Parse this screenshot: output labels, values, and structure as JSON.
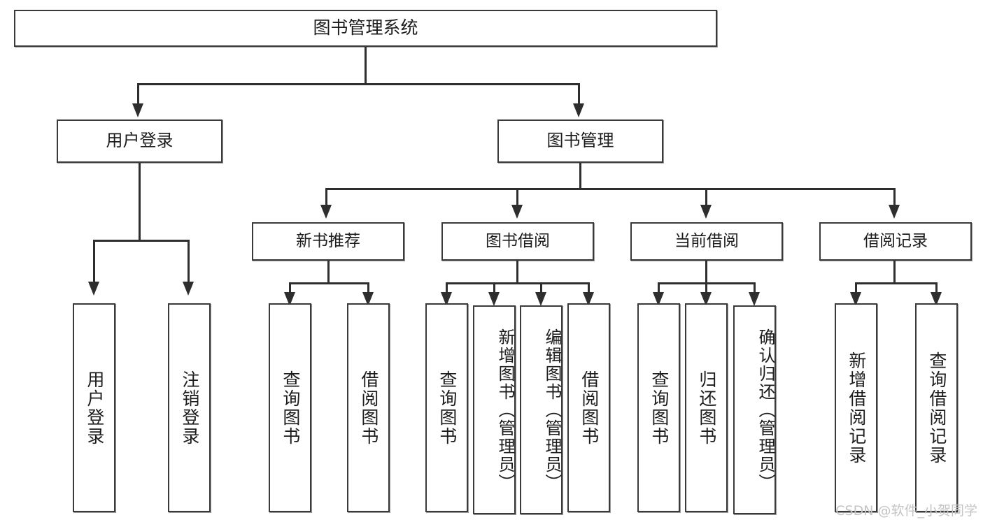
{
  "diagram": {
    "title": "图书管理系统",
    "type": "tree",
    "watermark": "CSDN @软件_小贺同学",
    "colors": {
      "box_border": "#3a3a3a",
      "box_fill": "#ffffff",
      "connector": "#2e2e2e",
      "text": "#1c1c1c",
      "watermark": "#c4c4c4"
    },
    "root": {
      "label": "图书管理系统"
    },
    "level2": [
      {
        "label": "用户登录"
      },
      {
        "label": "图书管理"
      }
    ],
    "level3": [
      {
        "label": "新书推荐"
      },
      {
        "label": "图书借阅"
      },
      {
        "label": "当前借阅"
      },
      {
        "label": "借阅记录"
      }
    ],
    "leaves": {
      "user_login": [
        {
          "label": "用户登录"
        },
        {
          "label": "注销登录"
        }
      ],
      "new_book_recommend": [
        {
          "label": "查询图书"
        },
        {
          "label": "借阅图书"
        }
      ],
      "book_borrow": [
        {
          "label": "查询图书"
        },
        {
          "label": "新增图书（管理员）"
        },
        {
          "label": "编辑图书（管理员）"
        },
        {
          "label": "借阅图书"
        }
      ],
      "current_borrow": [
        {
          "label": "查询图书"
        },
        {
          "label": "归还图书"
        },
        {
          "label": "确认归还（管理员）"
        }
      ],
      "borrow_record": [
        {
          "label": "新增借阅记录"
        },
        {
          "label": "查询借阅记录"
        }
      ]
    }
  }
}
